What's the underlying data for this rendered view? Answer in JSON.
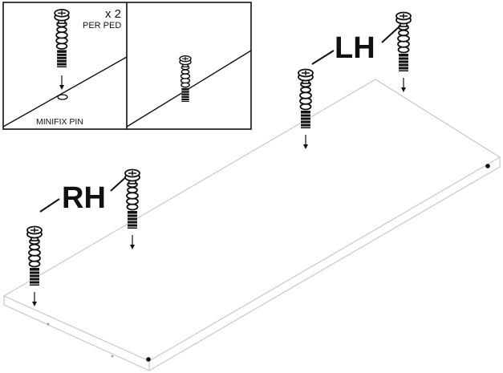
{
  "inset": {
    "quantity_label": "x 2",
    "unit_label": "PER PED",
    "part_name": "MINIFIX PIN"
  },
  "labels": {
    "left_hand": "LH",
    "right_hand": "RH"
  },
  "colors": {
    "ink": "#111111",
    "panel_edge": "#c8c8c8",
    "background": "#ffffff"
  }
}
